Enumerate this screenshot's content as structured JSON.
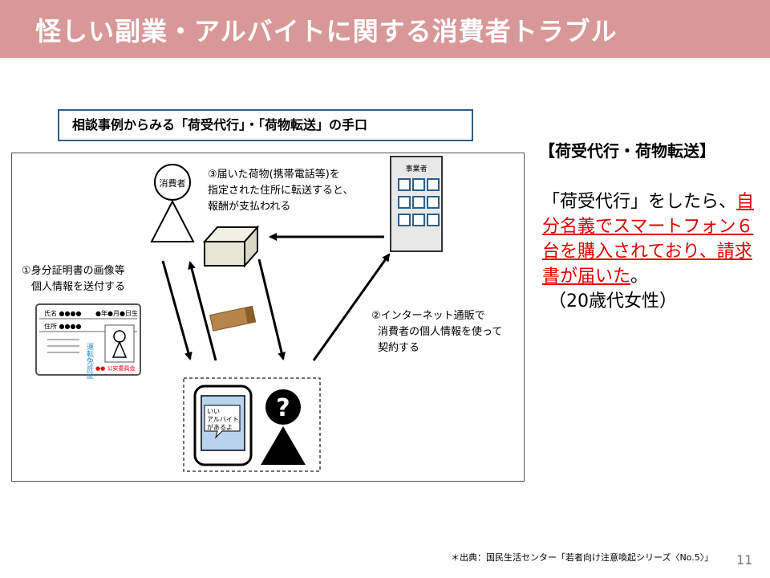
{
  "header": {
    "title": "怪しい副業・アルバイトに関する消費者トラブル"
  },
  "diagram": {
    "caption": "相談事例からみる「荷受代行」・「荷物転送」の手口",
    "consumer_label": "消費者",
    "business_label": "事業者",
    "step1": [
      "①身分証明書の画像等",
      "個人情報を送付する"
    ],
    "step2": [
      "②インターネット通販で",
      "消費者の個人情報を使って",
      "契約する"
    ],
    "step3": [
      "③届いた荷物(携帯電話等)を",
      "指定された住所に転送すると、",
      "報酬が支払われる"
    ],
    "id_card": {
      "name_label": "氏名 ●●●●",
      "birth_label": "●年●月●日生",
      "address_label": "住所 ●●●●",
      "license_chars": "運転免許証",
      "footer": "●● 公安委員会"
    },
    "phone_bubble": [
      "いい",
      "アルバイト",
      "があるよ"
    ],
    "unknown_mark": "?"
  },
  "side": {
    "heading": "【荷受代行・荷物転送】",
    "body_prefix": "「荷受代行」をしたら、",
    "body_red": "自分名義でスマートフォン６台を購入されており、請求書が届いた",
    "body_suffix": "。",
    "attribution": "（20歳代女性）"
  },
  "footer": {
    "source": "＊出典：国民生活センター「若者向け注意喚起シリーズ〈No.5〉」",
    "page_number": "11"
  },
  "colors": {
    "header_bg": "#d89898",
    "caption_border": "#2e5f8a",
    "red_text": "#e00000",
    "card_blue": "#2a8fd0",
    "card_red": "#e00000",
    "phone_screen": "#b9d3ee",
    "envelope": "#b5854a"
  }
}
